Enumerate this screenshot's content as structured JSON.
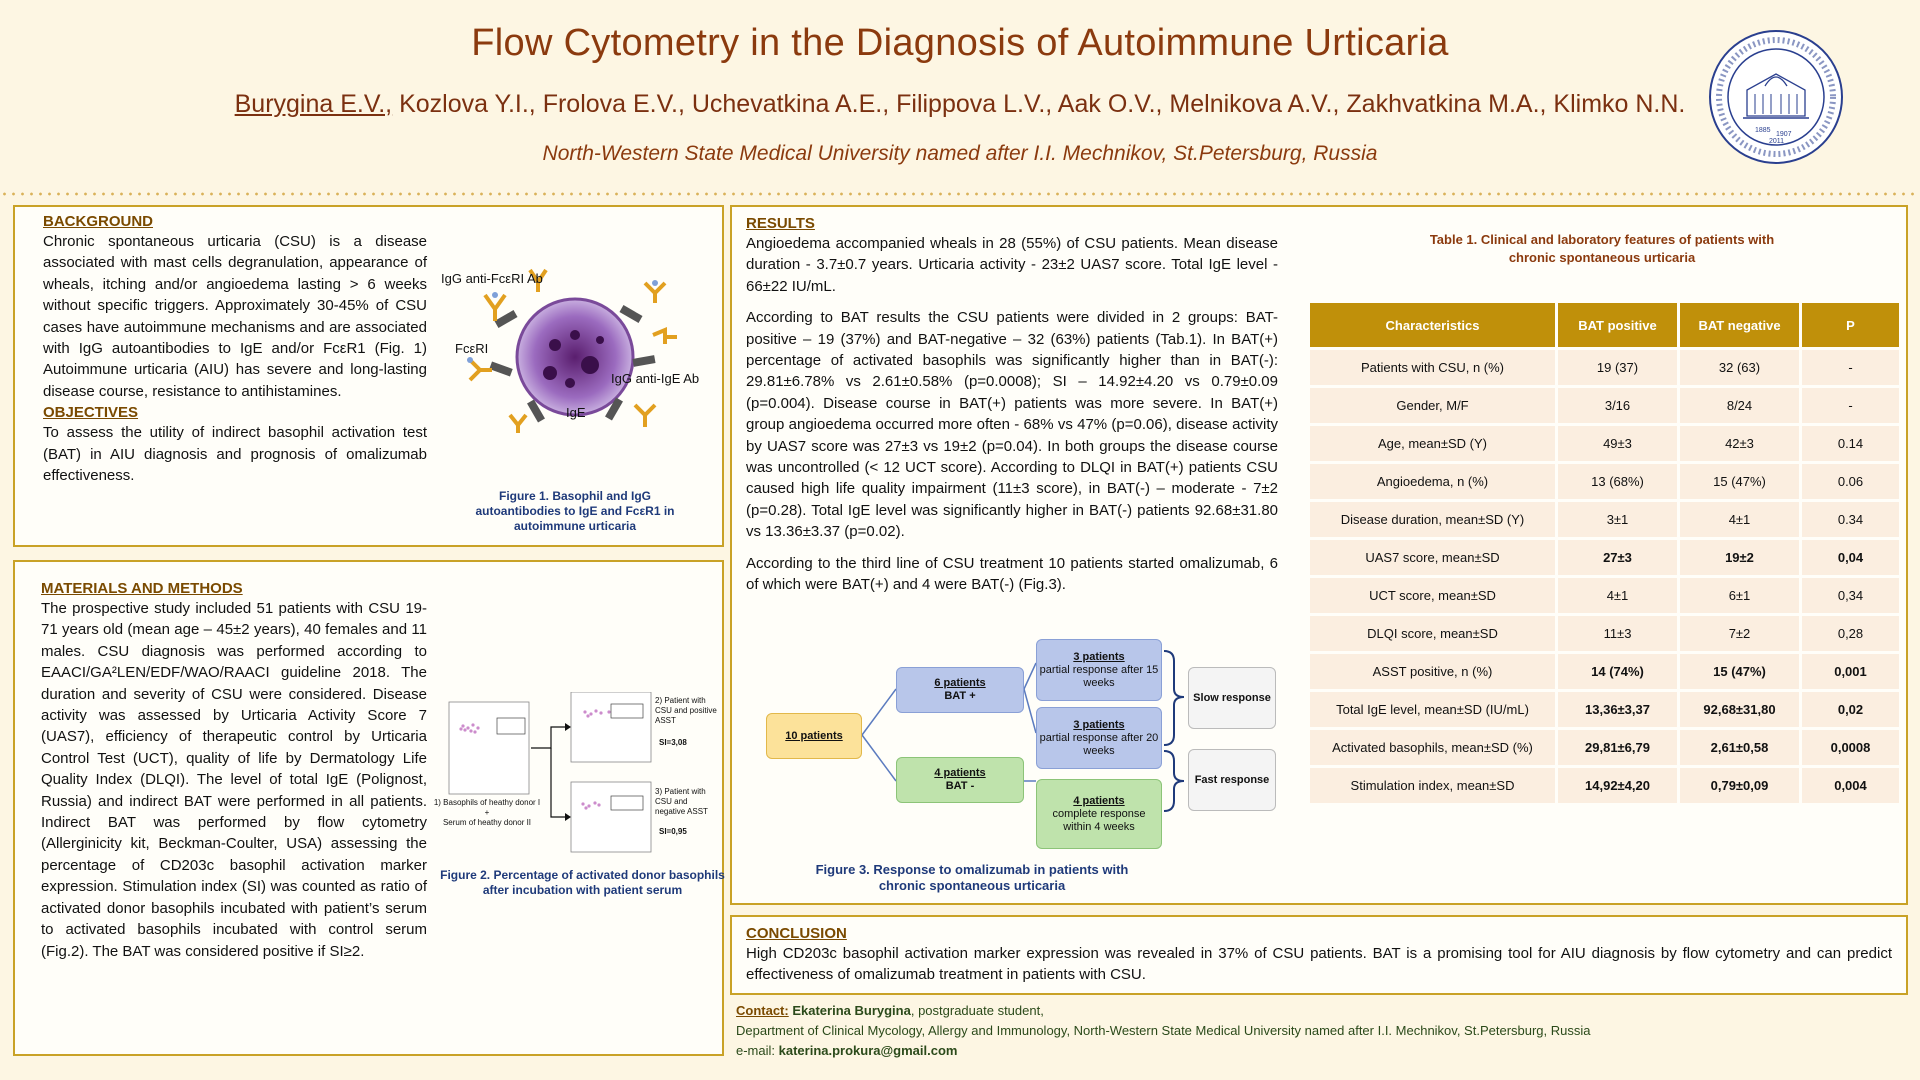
{
  "header": {
    "title": "Flow Cytometry in the Diagnosis of Autoimmune Urticaria",
    "first_author": "Burygina E.V.,",
    "other_authors": " Kozlova Y.I., Frolova E.V., Uchevatkina A.E., Filippova L.V., Aak O.V., Melnikova A.V., Zakhvatkina M.A., Klimko N.N.",
    "affiliation": "North-Western State Medical University named after I.I. Mechnikov, St.Petersburg, Russia",
    "logo_years": [
      "1885",
      "1907",
      "2011"
    ]
  },
  "background": {
    "heading": "BACKGROUND",
    "text": "Chronic spontaneous urticaria (CSU) is a disease associated with mast cells degranulation, appearance of wheals, itching and/or angioedema lasting > 6 weeks without specific triggers. Approximately 30-45% of CSU cases have autoimmune mechanisms and are associated with IgG autoantibodies to IgE and/or FcεR1 (Fig. 1) Autoimmune urticaria (AIU) has severe and long-lasting disease course, resistance to antihistamines."
  },
  "objectives": {
    "heading": "OBJECTIVES",
    "text": "To assess the utility of indirect basophil activation test (BAT) in AIU diagnosis and prognosis of omalizumab effectiveness."
  },
  "figure1": {
    "label_top": "IgG anti-FcεRI Ab",
    "label_left": "FcεRI",
    "label_right": "IgG anti-IgE Ab",
    "label_ige": "IgE",
    "caption": "Figure 1. Basophil and IgG autoantibodies to  IgE and FcεR1 in autoimmune urticaria"
  },
  "methods": {
    "heading": "MATERIALS AND METHODS",
    "text": "The prospective study included 51 patients with CSU 19-71 years old (mean age – 45±2 years), 40 females and 11 males. CSU diagnosis was performed according to EAACI/GA²LEN/EDF/WAO/RAACI guideline 2018. The duration and severity of CSU were considered. Disease activity was assessed by Urticaria Activity Score 7 (UAS7), efficiency of therapeutic control by Urticaria Control Test (UCT), quality of life by Dermatology Life Quality Index (DLQI). The level of total IgE (Polignost, Russia) and indirect BAT were performed in all patients. Indirect BAT was performed by flow cytometry (Allerginicity kit, Beckman-Coulter, USA) assessing the percentage of CD203c basophil activation marker expression. Stimulation index (SI) was counted as ratio of activated donor basophils incubated with patient’s serum to activated basophils incubated with control serum (Fig.2). The BAT was considered positive if SI≥2."
  },
  "figure2": {
    "label1": "1)   Basophils  of  heathy donor I\n+\nSerum of heathy donor II",
    "label2": "2) Patient with CSU and positive ASST",
    "label3": "3) Patient with CSU and negative ASST",
    "si1": "SI=3,08",
    "si2": "SI=0,95",
    "caption": "Figure 2. Percentage of activated donor basophils after incubation with patient serum"
  },
  "results": {
    "heading": "RESULTS",
    "p1": "Angioedema accompanied wheals in 28 (55%) of CSU patients. Mean disease duration - 3.7±0.7 years. Urticaria activity - 23±2 UAS7 score. Total IgE level - 66±22 IU/mL.",
    "p2": "According to BAT results the CSU patients were divided in 2 groups: BAT-positive – 19 (37%) and BAT-negative – 32 (63%) patients (Tab.1). In BAT(+) percentage of activated basophils was significantly higher than in BAT(-): 29.81±6.78% vs 2.61±0.58% (p=0.0008); SI – 14.92±4.20 vs 0.79±0.09 (p=0.004). Disease course in BAT(+) patients was more severe. In BAT(+) group angioedema occurred more often - 68% vs 47% (p=0.06), disease activity by UAS7 score was 27±3 vs 19±2 (p=0.04). In both groups the disease course was uncontrolled  (< 12 UCT score). According to DLQI in BAT(+) patients CSU caused high life quality impairment (11±3 score), in BAT(-) – moderate - 7±2 (p=0.28). Total IgE level was significantly higher in BAT(-) patients 92.68±31.80 vs 13.36±3.37 (p=0.02).",
    "p3": "According to the third line of CSU treatment 10 patients started omalizumab, 6 of which were BAT(+) and 4 were BAT(-) (Fig.3)."
  },
  "figure3": {
    "n10": "10 patients",
    "g1_u": "6 patients",
    "g1_s": "BAT +",
    "g2_u": "4 patients",
    "g2_s": "BAT -",
    "r1_u": "3 patients",
    "r1_s": "partial response after 15 weeks",
    "r2_u": "3 patients",
    "r2_s": "partial response after 20 weeks",
    "r3_u": "4 patients",
    "r3_s": "complete response within 4 weeks",
    "slow": "Slow response",
    "fast": "Fast response",
    "caption": "Figure 3. Response to omalizumab in patients with chronic spontaneous urticaria",
    "colors": {
      "orange": "#fce29a",
      "blue": "#b8c6ea",
      "green": "#bfe3ac",
      "gray": "#f4f4f4"
    }
  },
  "table1": {
    "caption": "Table 1. Clinical and laboratory features of patients with chronic spontaneous urticaria",
    "headers": [
      "Characteristics",
      "BAT positive",
      "BAT negative",
      "P"
    ],
    "rows": [
      {
        "cells": [
          "Patients with CSU, n (%)",
          "19 (37)",
          "32 (63)",
          "-"
        ],
        "bold": false
      },
      {
        "cells": [
          "Gender, M/F",
          "3/16",
          "8/24",
          "-"
        ],
        "bold": false
      },
      {
        "cells": [
          "Age, mean±SD (Y)",
          "49±3",
          "42±3",
          "0.14"
        ],
        "bold": false
      },
      {
        "cells": [
          "Angioedema, n (%)",
          "13 (68%)",
          "15 (47%)",
          "0.06"
        ],
        "bold": false
      },
      {
        "cells": [
          "Disease duration, mean±SD (Y)",
          "3±1",
          "4±1",
          "0.34"
        ],
        "bold": false
      },
      {
        "cells": [
          "UAS7 score, mean±SD",
          "27±3",
          "19±2",
          "0,04"
        ],
        "bold": true
      },
      {
        "cells": [
          "UCT  score, mean±SD",
          "4±1",
          "6±1",
          "0,34"
        ],
        "bold": false
      },
      {
        "cells": [
          "DLQI score, mean±SD",
          "11±3",
          "7±2",
          "0,28"
        ],
        "bold": false
      },
      {
        "cells": [
          "ASST positive, n (%)",
          "14 (74%)",
          "15 (47%)",
          "0,001"
        ],
        "bold": true
      },
      {
        "cells": [
          "Total IgE level, mean±SD (IU/mL)",
          "13,36±3,37",
          "92,68±31,80",
          "0,02"
        ],
        "bold": true
      },
      {
        "cells": [
          "Activated basophils, mean±SD (%)",
          "29,81±6,79",
          "2,61±0,58",
          "0,0008"
        ],
        "bold": true
      },
      {
        "cells": [
          "Stimulation index, mean±SD",
          "14,92±4,20",
          "0,79±0,09",
          "0,004"
        ],
        "bold": true
      }
    ]
  },
  "conclusion": {
    "heading": "CONCLUSION",
    "text": "High CD203c basophil activation marker expression was revealed in 37% of CSU patients. BAT is a promising tool for AIU diagnosis by flow cytometry and can predict effectiveness of omalizumab treatment in patients with CSU."
  },
  "contact": {
    "label": "Contact:",
    "name": "Ekaterina Burygina",
    "role": ", postgraduate student,",
    "dept": "Department of Clinical Mycology, Allergy and Immunology, North-Western State Medical University named after I.I. Mechnikov,  St.Petersburg, Russia",
    "email_label": "e-mail: ",
    "email": "katerina.prokura@gmail.com"
  }
}
